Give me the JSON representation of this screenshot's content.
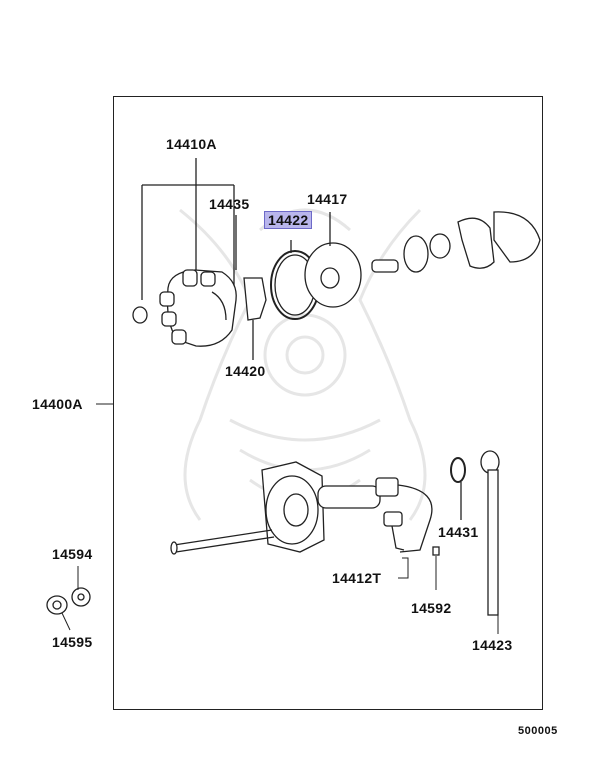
{
  "diagram": {
    "figure_code": "500005",
    "highlighted_part": "14422",
    "parts": {
      "p14410A": "14410A",
      "p14435": "14435",
      "p14417": "14417",
      "p14422": "14422",
      "p14420": "14420",
      "p14400A": "14400A",
      "p14431": "14431",
      "p14412T": "14412T",
      "p14592": "14592",
      "p14423": "14423",
      "p14594": "14594",
      "p14595": "14595"
    },
    "colors": {
      "highlight": "#b9b6ec",
      "line": "#222222",
      "watermark": "#e4e4e4"
    }
  }
}
